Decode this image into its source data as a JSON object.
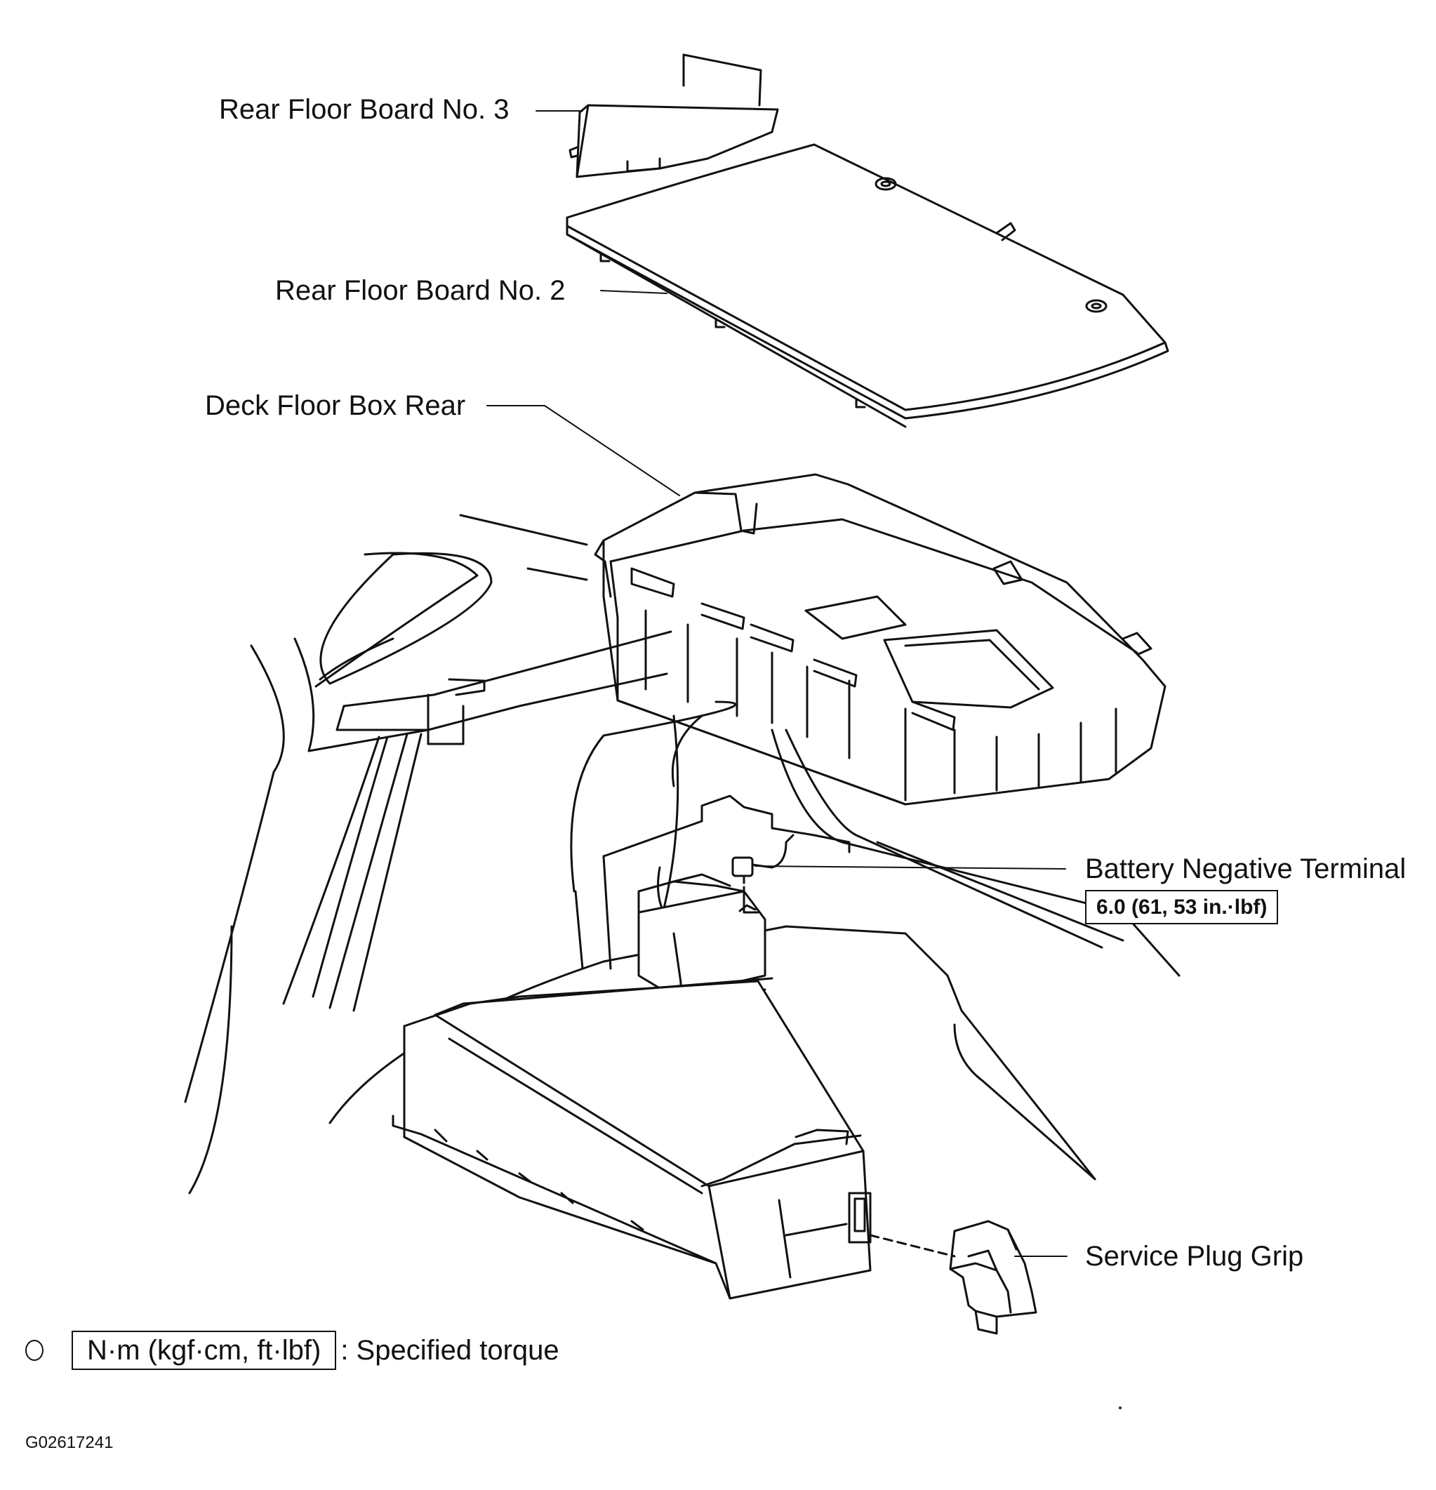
{
  "labels": {
    "rear_floor_board_3": "Rear Floor Board No. 3",
    "rear_floor_board_2": "Rear Floor Board No. 2",
    "deck_floor_box_rear": "Deck Floor Box Rear",
    "battery_negative_terminal": "Battery Negative Terminal",
    "service_plug_grip": "Service Plug Grip"
  },
  "torque": {
    "battery_terminal_value": "6.0 (61, 53 in.·lbf)"
  },
  "legend": {
    "unit": "N·m (kgf·cm, ft·lbf)",
    "description": ": Specified torque"
  },
  "figure_code": "G02617241"
}
